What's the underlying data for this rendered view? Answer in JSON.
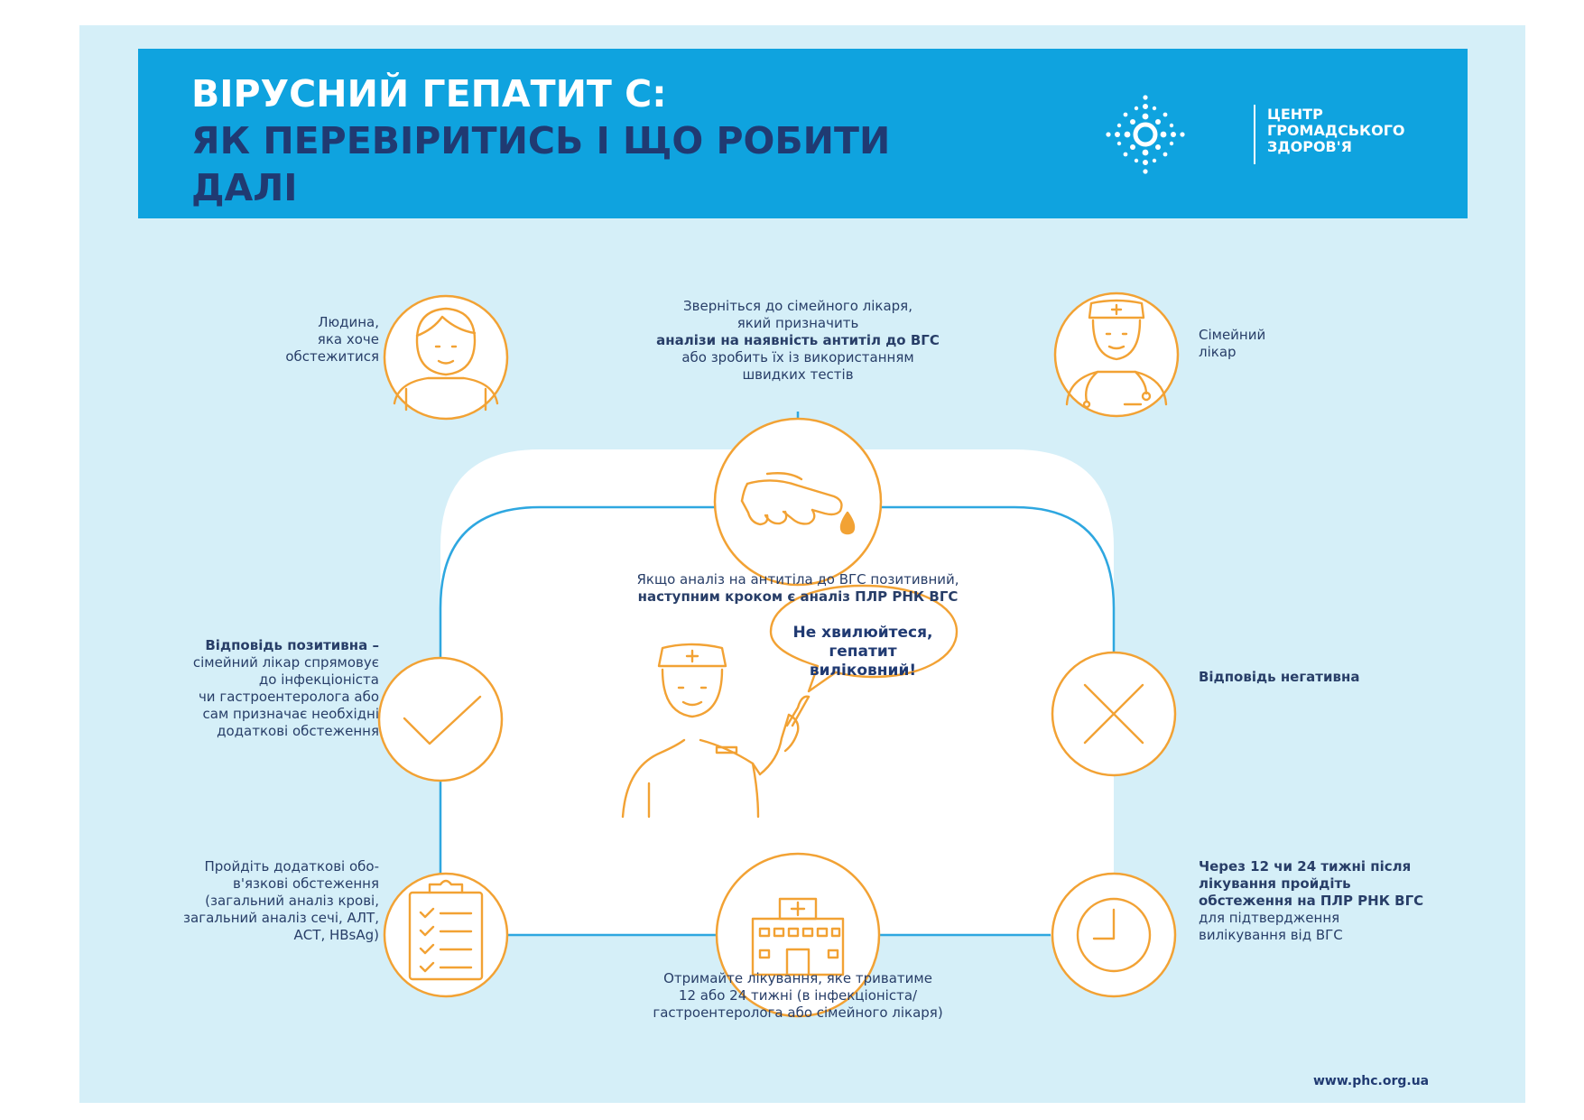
{
  "header": {
    "title_line1": "ВІРУСНИЙ ГЕПАТИТ С:",
    "title_line2": "ЯК ПЕРЕВІРИТИСЬ І ЩО РОБИТИ",
    "title_line3": "ДАЛІ",
    "logo": {
      "line1": "ЦЕНТР",
      "line2": "ГРОМАДСЬКОГО",
      "line3": "ЗДОРОВ'Я"
    }
  },
  "nodes": {
    "person": {
      "icon": "person-icon",
      "lines": [
        "Людина,",
        "яка хоче",
        "обстежитися"
      ]
    },
    "visit_doctor": {
      "lines": [
        "Зверніться до сімейного лікаря,",
        "який призначить",
        "аналізи на наявність антитіл до ВГС",
        "або зробить їх із використанням",
        "швидких тестів"
      ]
    },
    "family_doctor": {
      "icon": "doctor-icon",
      "lines": [
        "Сімейний",
        "лікар"
      ]
    },
    "blood_test": {
      "icon": "finger-blood-drop-icon",
      "lines": [
        "Якщо аналіз на антитіла до  ВГС позитивний,",
        "наступним кроком є аналіз ПЛР РНК ВГС"
      ]
    },
    "positive": {
      "icon": "checkmark-icon",
      "heading": "Відповідь позитивна –",
      "lines": [
        "сімейний лікар спрямовує",
        "до інфекціоніста",
        "чи гастроентеролога або",
        "сам призначає необхідні",
        "додаткові обстеження"
      ]
    },
    "negative": {
      "icon": "cross-icon",
      "lines": [
        "Відповідь негативна"
      ]
    },
    "exams": {
      "icon": "clipboard-checklist-icon",
      "lines": [
        "Пройдіть додаткові обо-",
        "в'язкові обстеження",
        "(загальний аналіз крові,",
        "загальний аналіз сечі, АЛТ,",
        "АСТ, HBsAg)"
      ]
    },
    "treatment": {
      "icon": "hospital-icon",
      "lines": [
        "Отримайте лікування, яке триватиме",
        "12 або 24 тижні (в інфекціоніста/",
        "гастроентеролога або сімейного лікаря)"
      ]
    },
    "followup": {
      "icon": "clock-icon",
      "bold_lines": [
        "Через 12 чи 24 тижні після",
        "лікування пройдіть",
        "обстеження на ПЛР РНК ВГС"
      ],
      "lines": [
        "для підтвердження",
        "вилікування від ВГС"
      ]
    }
  },
  "bubble": {
    "lines": [
      "Не хвилюйтеся,",
      "гепатит",
      "виліковний!"
    ]
  },
  "footer": {
    "url": "www.phc.org.ua"
  },
  "colors": {
    "poster_bg": "#d5eff8",
    "header_bg": "#0fa3df",
    "title_dark": "#203a72",
    "accent_orange": "#f2a234",
    "connector_blue": "#2ea7e0",
    "text": "#283e68"
  }
}
